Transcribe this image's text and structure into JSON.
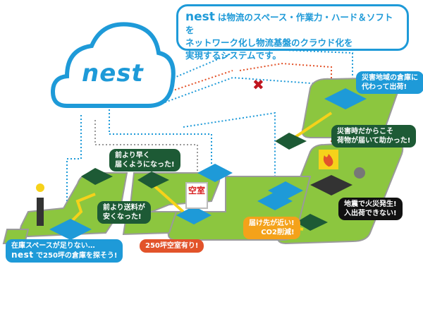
{
  "intro": {
    "brand": "nest",
    "line1": "は物流のスペース・作業力・ハード＆ソフトを",
    "line2": "ネットワーク化し物流基盤のクラウド化を",
    "line3": "実現するシステムです。"
  },
  "logo": {
    "text": "nest"
  },
  "callouts": {
    "disaster_warehouse": [
      "災害地域の倉庫に",
      "代わって出荷!"
    ],
    "disaster_help": [
      "災害時だからこそ",
      "荷物が届いて助かった!"
    ],
    "fire": [
      "地震で火災発生!",
      "入出荷できない!"
    ],
    "co2": [
      "届け先が近い!",
      "CO2削減!"
    ],
    "vacancy": "250坪空室有り!",
    "search": {
      "line1": "在庫スペースが足りない…",
      "brand": "nest",
      "line2": "で250坪の倉庫を探そう!"
    },
    "cheaper": [
      "前より送料が",
      "安くなった!"
    ],
    "faster": [
      "前より早く",
      "届くようになった!"
    ]
  },
  "sign": {
    "text": "空室"
  },
  "colors": {
    "blue": "#1e9ad8",
    "green": "#8cc63f",
    "darkgreen": "#1d5a35",
    "orange": "#f4a21a",
    "red": "#e2532a"
  }
}
